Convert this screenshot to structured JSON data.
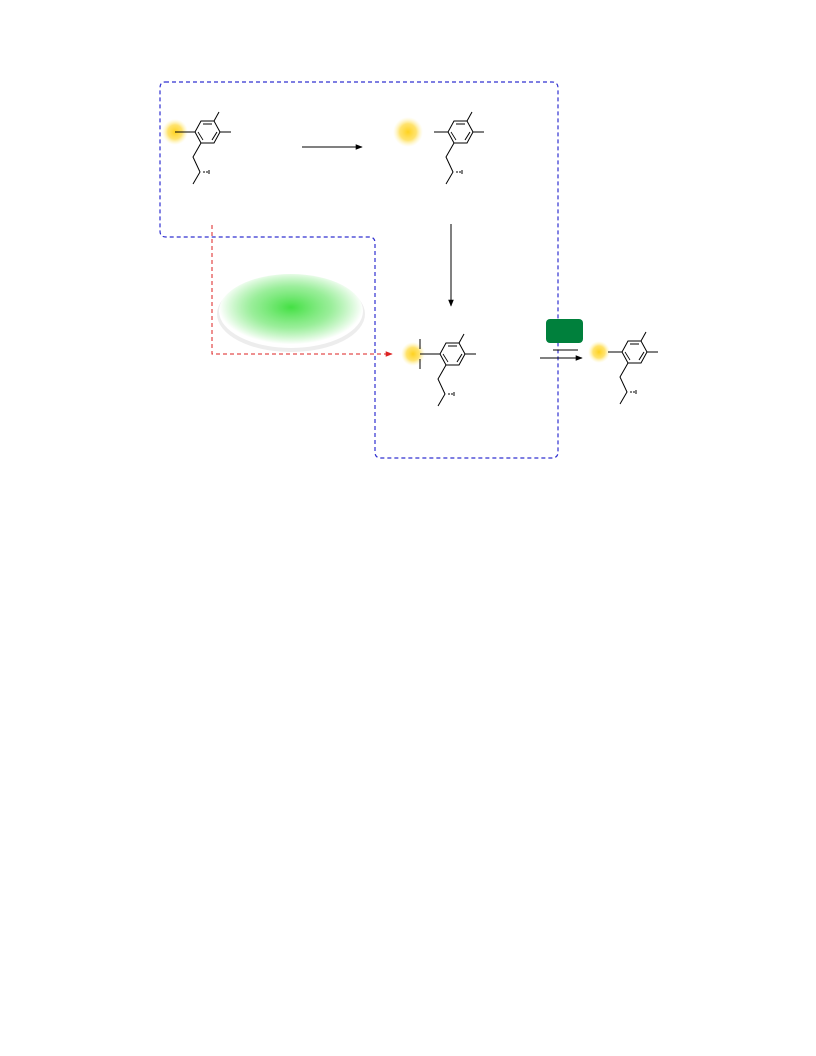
{
  "diagram": {
    "regions": [
      {
        "name": "blue-dashed-boundary",
        "color": "#3030d0"
      }
    ],
    "molecules": [
      {
        "name": "starting-material",
        "substituent": "glow-yellow"
      },
      {
        "name": "intermediate-top-right",
        "substituent": "glow-yellow"
      },
      {
        "name": "intermediate-bottom",
        "substituent": "glow-yellow-with-bonds"
      },
      {
        "name": "product",
        "substituent": "glow-yellow"
      }
    ],
    "arrows": [
      {
        "name": "arrow-step-1",
        "style": "solid",
        "color": "#000000"
      },
      {
        "name": "arrow-step-2",
        "style": "solid",
        "color": "#000000"
      },
      {
        "name": "arrow-step-3",
        "style": "solid",
        "color": "#000000"
      },
      {
        "name": "arrow-shortcut",
        "style": "dashed",
        "color": "#dd2222"
      }
    ],
    "labels": [
      {
        "name": "reagent-badge",
        "color": "#00803c",
        "text": ""
      },
      {
        "name": "catalyst-ellipse",
        "color": "#44dd44",
        "text": ""
      }
    ],
    "colors": {
      "boundary": "#3030d0",
      "shortcut": "#dd2222",
      "badge": "#00803c",
      "glow": "#ffd21e",
      "ellipse": "#44dd44"
    }
  }
}
